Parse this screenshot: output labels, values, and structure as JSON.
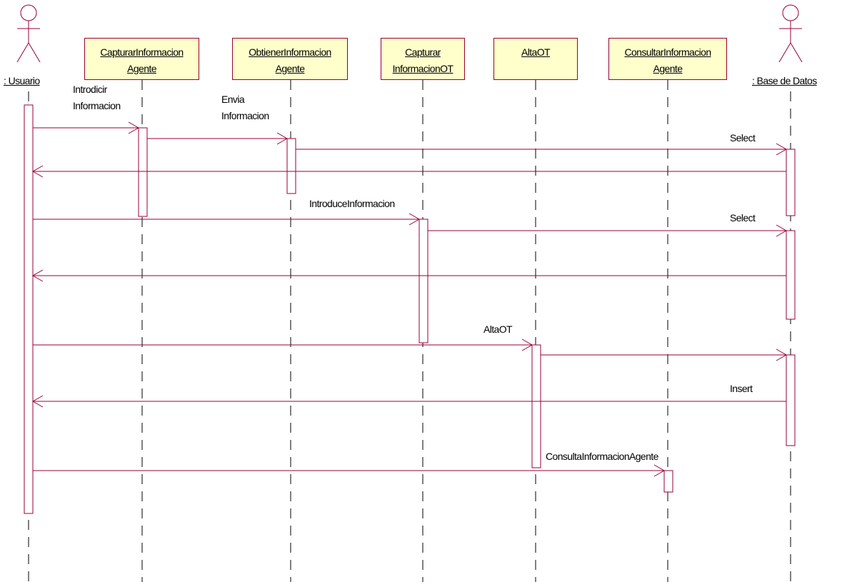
{
  "actors": [
    {
      "id": "usuario",
      "name": ": Usuario"
    },
    {
      "id": "bd",
      "name": ": Base de Datos"
    }
  ],
  "objects": [
    {
      "id": "captura_agente",
      "line1": "CapturarInformacion",
      "line2": "Agente"
    },
    {
      "id": "obtiene_agente",
      "line1": "ObtienerInformacion",
      "line2": "Agente"
    },
    {
      "id": "captura_ot",
      "line1": "Capturar",
      "line2": "InformacionOT"
    },
    {
      "id": "alta_ot",
      "line1": "AltaOT",
      "line2": ""
    },
    {
      "id": "consultar_agente",
      "line1": "ConsultarInformacion",
      "line2": "Agente"
    }
  ],
  "messages": [
    {
      "id": "m1",
      "text": "Introdicir\nInformacion"
    },
    {
      "id": "m2",
      "text": "Envia\nInformacion"
    },
    {
      "id": "m3",
      "text": "Select"
    },
    {
      "id": "m5",
      "text": "IntroduceInformacion"
    },
    {
      "id": "m6",
      "text": "Select"
    },
    {
      "id": "m8",
      "text": "AltaOT"
    },
    {
      "id": "m10",
      "text": "Insert"
    },
    {
      "id": "m11",
      "text": "ConsultaInformacionAgente"
    }
  ],
  "colors": {
    "line": "#990033",
    "object_fill": "#ffffcc"
  }
}
